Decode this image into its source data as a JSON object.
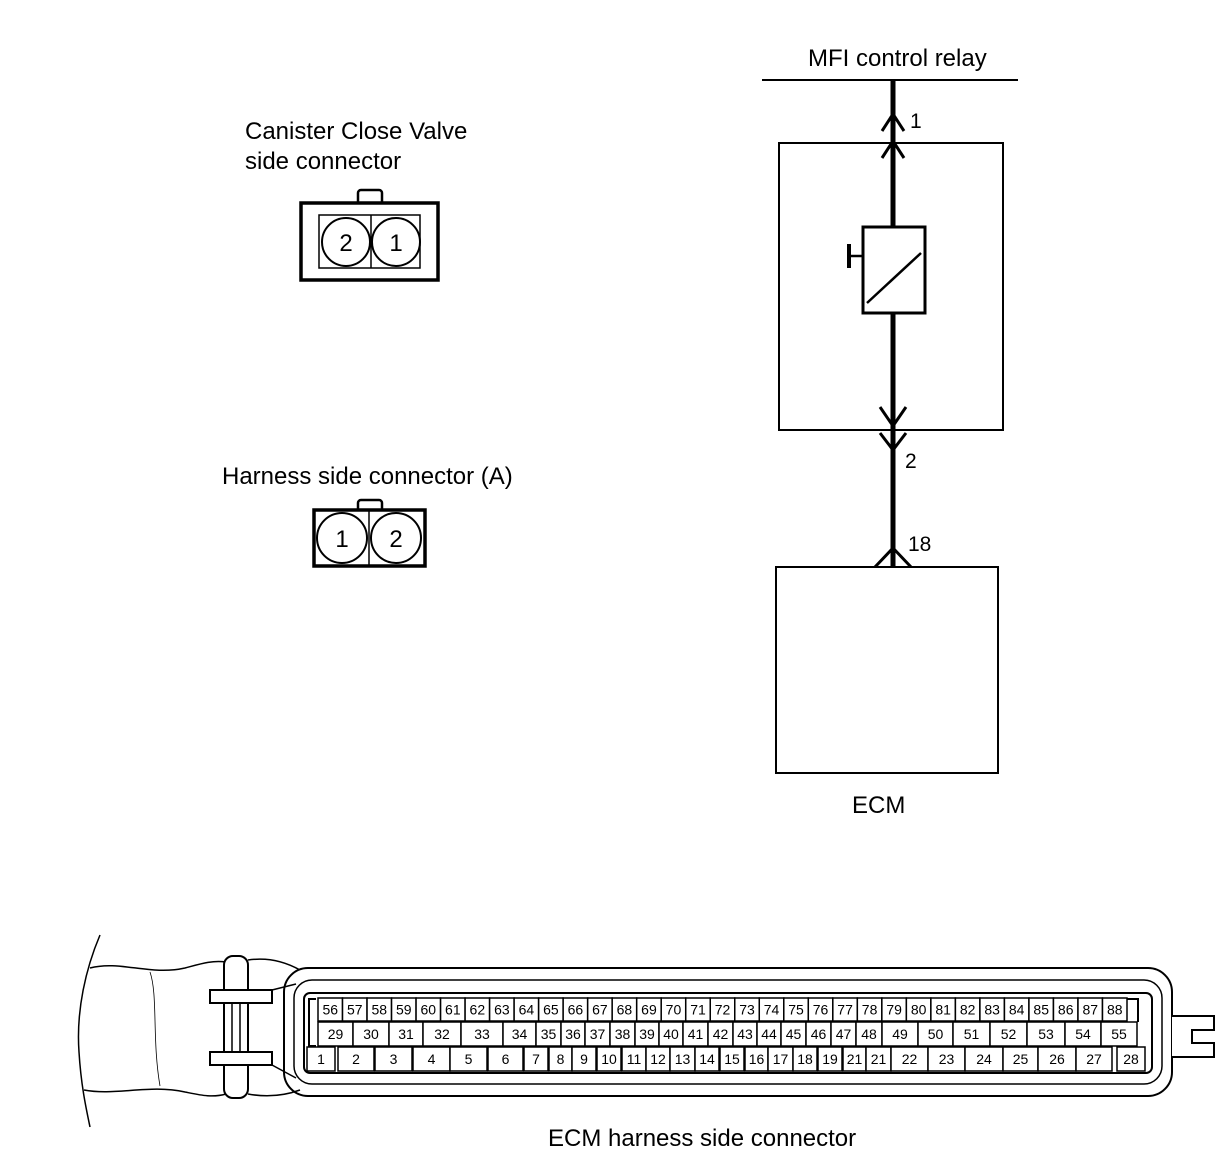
{
  "canister_connector": {
    "title_line1": "Canister Close Valve",
    "title_line2": "side connector",
    "pins": [
      "2",
      "1"
    ]
  },
  "harness_connector": {
    "title": "Harness side connector (A)",
    "pins": [
      "1",
      "2"
    ]
  },
  "circuit": {
    "relay_label": "MFI control relay",
    "valve_terminal_1": "1",
    "valve_terminal_2": "2",
    "ecm_terminal": "18",
    "ecm_label": "ECM"
  },
  "ecm_connector": {
    "caption": "ECM harness side connector",
    "rows": [
      [
        "56",
        "57",
        "58",
        "59",
        "60",
        "61",
        "62",
        "63",
        "64",
        "65",
        "66",
        "67",
        "68",
        "69",
        "70",
        "71",
        "72",
        "73",
        "74",
        "75",
        "76",
        "77",
        "78",
        "79",
        "80",
        "81",
        "82",
        "83",
        "84",
        "85",
        "86",
        "87",
        "88"
      ],
      [
        "29",
        "30",
        "31",
        "32",
        "33",
        "34",
        "35",
        "36",
        "37",
        "38",
        "39",
        "40",
        "41",
        "42",
        "43",
        "44",
        "45",
        "46",
        "47",
        "48",
        "49",
        "50",
        "51",
        "52",
        "53",
        "54",
        "55"
      ],
      [
        "1",
        "2",
        "3",
        "4",
        "5",
        "6",
        "7",
        "8",
        "9",
        "10",
        "11",
        "12",
        "13",
        "14",
        "15",
        "16",
        "17",
        "18",
        "19",
        "21",
        "21",
        "22",
        "23",
        "24",
        "25",
        "26",
        "27",
        "28"
      ]
    ]
  }
}
